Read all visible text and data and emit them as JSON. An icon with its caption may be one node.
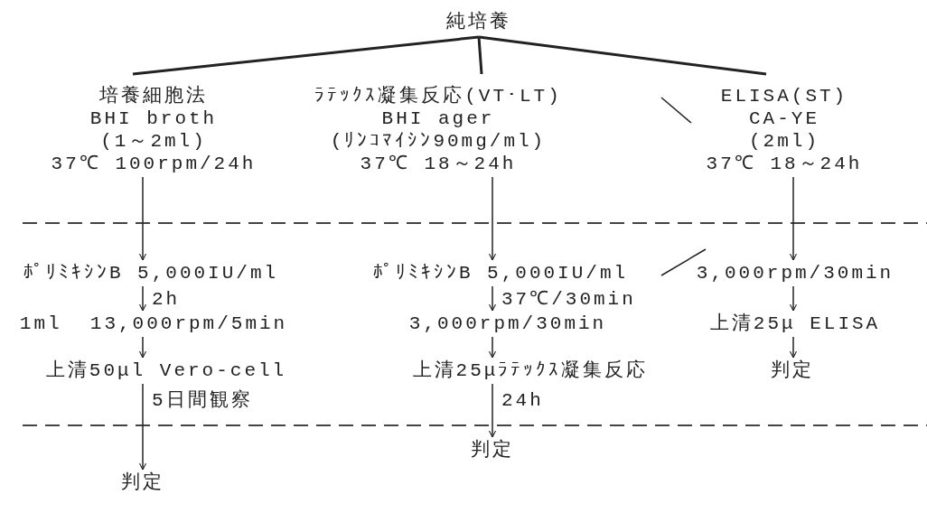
{
  "diagram": {
    "nodes": [
      {
        "text": [
          "純培養"
        ]
      },
      {
        "text": [
          "培養細胞法",
          "BHI broth",
          "(1～2ml)",
          "37℃ 100rpm/24h"
        ]
      },
      {
        "text": [
          "ﾗﾃｯｸｽ凝集反応(VT･LT)",
          "BHI ager",
          "(ﾘﾝｺﾏｲｼﾝ90mg/ml)",
          "37℃ 18～24h"
        ]
      },
      {
        "text": [
          "ELISA(ST)",
          "CA-YE",
          "(2ml)",
          "37℃ 18～24h"
        ]
      },
      {
        "text": [
          "ﾎﾟﾘﾐｷｼﾝB 5,000IU/ml"
        ]
      },
      {
        "text": [
          "1ml  13,000rpm/5min"
        ]
      },
      {
        "text": [
          "上清50μl Vero-cell"
        ]
      },
      {
        "text": [
          "判定"
        ]
      },
      {
        "text": [
          "ﾎﾟﾘﾐｷｼﾝB 5,000IU/ml"
        ]
      },
      {
        "text": [
          "3,000rpm/30min"
        ]
      },
      {
        "text": [
          "上清25μﾗﾃｯｸｽ凝集反応"
        ]
      },
      {
        "text": [
          "判定"
        ]
      },
      {
        "text": [
          "3,000rpm/30min"
        ]
      },
      {
        "text": [
          "上清25μ ELISA"
        ]
      },
      {
        "text": [
          "判定"
        ]
      }
    ],
    "edges": [
      {
        "from": 0,
        "to": 1,
        "arrow": "none"
      },
      {
        "from": 0,
        "to": 2,
        "arrow": "none"
      },
      {
        "from": 0,
        "to": 3,
        "arrow": "none"
      },
      {
        "from": 1,
        "to": 4,
        "arrow": "to"
      },
      {
        "from": 4,
        "to": 5,
        "arrow": "to",
        "label": "2h"
      },
      {
        "from": 5,
        "to": 6,
        "arrow": "to"
      },
      {
        "from": 6,
        "to": 7,
        "arrow": "to",
        "label": "5日間観察"
      },
      {
        "from": 2,
        "to": 8,
        "arrow": "to"
      },
      {
        "from": 8,
        "to": 9,
        "arrow": "to",
        "label": "37℃/30min"
      },
      {
        "from": 9,
        "to": 10,
        "arrow": "to"
      },
      {
        "from": 10,
        "to": 11,
        "arrow": "to",
        "label": "24h"
      },
      {
        "from": 3,
        "to": 12,
        "arrow": "to"
      },
      {
        "from": 12,
        "to": 13,
        "arrow": "to"
      },
      {
        "from": 13,
        "to": 14,
        "arrow": "to"
      }
    ]
  }
}
